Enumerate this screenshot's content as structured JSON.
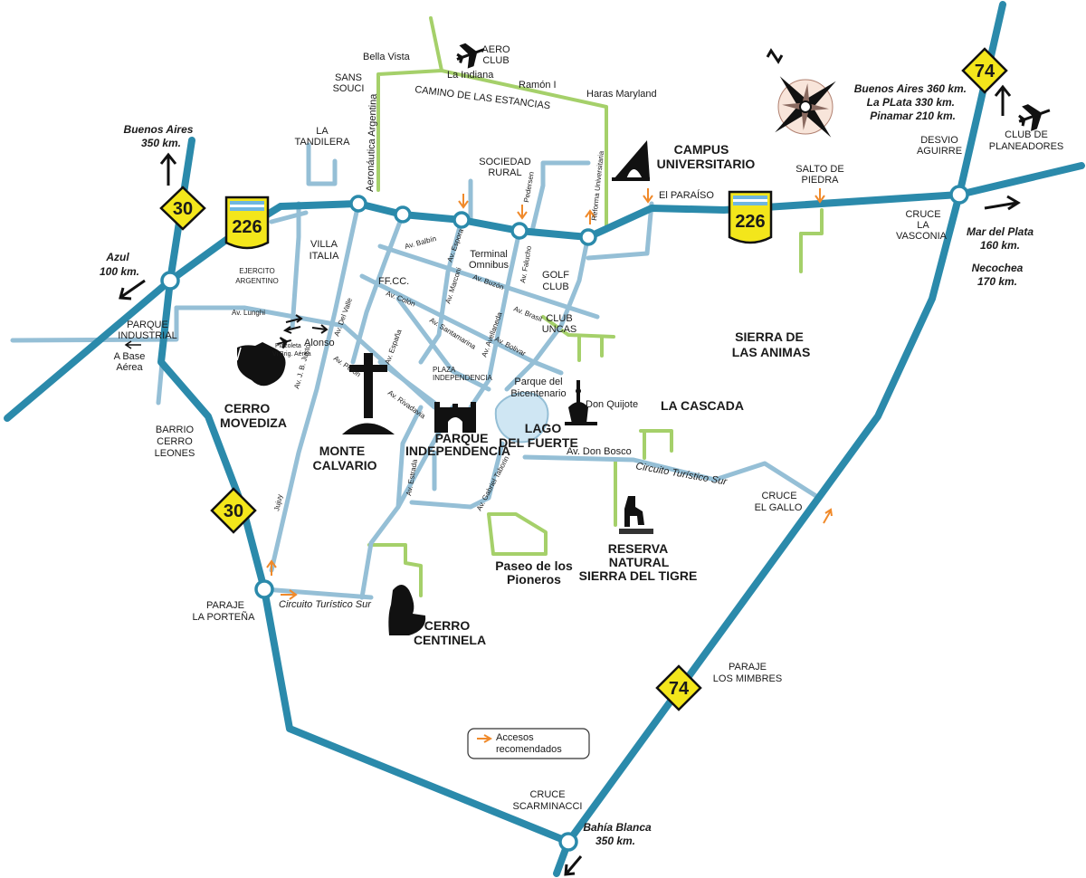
{
  "shields": {
    "r30": "30",
    "r74": "74",
    "r226": "226"
  },
  "destinations": {
    "buenos_aires_l1": "Buenos Aires",
    "buenos_aires_l2": "350 km.",
    "azul_l1": "Azul",
    "azul_l2": "100 km.",
    "ne_l1": "Buenos Aires 360 km.",
    "ne_l2": "La PLata 330 km.",
    "ne_l3": "Pinamar 210 km.",
    "mdp_l1": "Mar del Plata",
    "mdp_l2": "160 km.",
    "necochea_l1": "Necochea",
    "necochea_l2": "170 km.",
    "bahia_l1": "Bahía Blanca",
    "bahia_l2": "350 km."
  },
  "places": {
    "bella_vista": "Bella Vista",
    "aero_club_l1": "AERO",
    "aero_club_l2": "CLUB",
    "la_indiana": "La Indiana",
    "ramon_i": "Ramón I",
    "haras": "Haras Maryland",
    "sans_souci_l1": "SANS",
    "sans_souci_l2": "SOUCI",
    "camino_estancias": "CAMINO DE LAS ESTANCIAS",
    "la_tandilera_l1": "LA",
    "la_tandilera_l2": "TANDILERA",
    "sociedad_rural_l1": "SOCIEDAD",
    "sociedad_rural_l2": "RURAL",
    "campus_l1": "CAMPUS",
    "campus_l2": "UNIVERSITARIO",
    "el_paraiso": "El PARAÍSO",
    "salto_l1": "SALTO DE",
    "salto_l2": "PIEDRA",
    "desvio_l1": "DESVIO",
    "desvio_l2": "AGUIRRE",
    "club_plan_l1": "CLUB DE",
    "club_plan_l2": "PLANEADORES",
    "cruce_vasc_l1": "CRUCE",
    "cruce_vasc_l2": "LA",
    "cruce_vasc_l3": "VASCONIA",
    "villa_italia_l1": "VILLA",
    "villa_italia_l2": "ITALIA",
    "ejercito_l1": "EJERCITO",
    "ejercito_l2": "ARGENTINO",
    "terminal_l1": "Terminal",
    "terminal_l2": "Omnibus",
    "ffcc": "FF.CC.",
    "golf_l1": "GOLF",
    "golf_l2": "CLUB",
    "parque_ind_l1": "PARQUE",
    "parque_ind_l2": "INDUSTRIAL",
    "base_aerea_l1": "A Base",
    "base_aerea_l2": "Aérea",
    "club_uncas_l1": "CLUB",
    "club_uncas_l2": "UNCAS",
    "sierra_animas_l1": "SIERRA DE",
    "sierra_animas_l2": "LAS ANIMAS",
    "plaza_ind_l1": "PLAZA",
    "plaza_ind_l2": "INDEPENDENCIA",
    "bicentenario_l1": "Parque del",
    "bicentenario_l2": "Bicentenario",
    "don_quijote": "Don Quijote",
    "la_cascada": "LA CASCADA",
    "barrio_l1": "BARRIO",
    "barrio_l2": "CERRO",
    "barrio_l3": "LEONES",
    "cerro_movediza_l1": "CERRO",
    "cerro_movediza_l2": "MOVEDIZA",
    "monte_calvario_l1": "MONTE",
    "monte_calvario_l2": "CALVARIO",
    "parque_ind2_l1": "PARQUE",
    "parque_ind2_l2": "INDEPENDENCIA",
    "lago_l1": "LAGO",
    "lago_l2": "DEL FUERTE",
    "plazoleta_l1": "Plazoleta",
    "plazoleta_l2": "Vi Brig. Aérea",
    "alonso": "Alonso",
    "cruce_gallo_l1": "CRUCE",
    "cruce_gallo_l2": "EL GALLO",
    "reserva_l1": "RESERVA",
    "reserva_l2": "NATURAL",
    "reserva_l3": "SIERRA DEL TIGRE",
    "pioneros_l1": "Paseo de los",
    "pioneros_l2": "Pioneros",
    "paraje_port_l1": "PARAJE",
    "paraje_port_l2": "LA PORTEÑA",
    "cerro_centinela_l1": "CERRO",
    "cerro_centinela_l2": "CENTINELA",
    "paraje_mimbres_l1": "PARAJE",
    "paraje_mimbres_l2": "LOS MIMBRES",
    "cruce_scarm_l1": "CRUCE",
    "cruce_scarm_l2": "SCARMINACCI"
  },
  "streets": {
    "aeronautica": "Aeronáutica Argentina",
    "pedersen": "Pedersen",
    "reforma": "Reforma Universitaria",
    "balbin": "Av. Balbín",
    "espora": "Av. Espora",
    "falucho": "Av. Falucho",
    "marconi": "Av. Marconi",
    "buzon": "Av. Buzón",
    "colon": "Av. Colón",
    "brasil": "Av. Brasil",
    "lunghi": "Av. Lunghi",
    "del_valle": "Av. Del Valle",
    "santamarina": "Av. Santamarina",
    "avellaneda": "Av. Avellaneda",
    "espana": "Av. España",
    "bolivar": "Av. Bolivar",
    "peron": "Av. Perón",
    "jb_justo": "Av. J. B. Justo",
    "rivadavia": "Av. Rivadavia",
    "don_bosco": "Av. Don Bosco",
    "circ_sur_e": "Circuito Turístico Sur",
    "circ_sur_w": "Circuito Turístico Sur",
    "jujuy": "Jujuy",
    "estrada": "Av. Estrada",
    "taborin": "Av. Gabriel Taborin"
  },
  "legend": {
    "line1": "Accesos",
    "line2": "recomendados"
  },
  "colors": {
    "highway": "#2b8aab",
    "avenue": "#95bfd6",
    "green_road": "#a5d06a",
    "access_arrow": "#f08a2b",
    "shield": "#f3e61b",
    "lake": "#cfe6f3"
  }
}
